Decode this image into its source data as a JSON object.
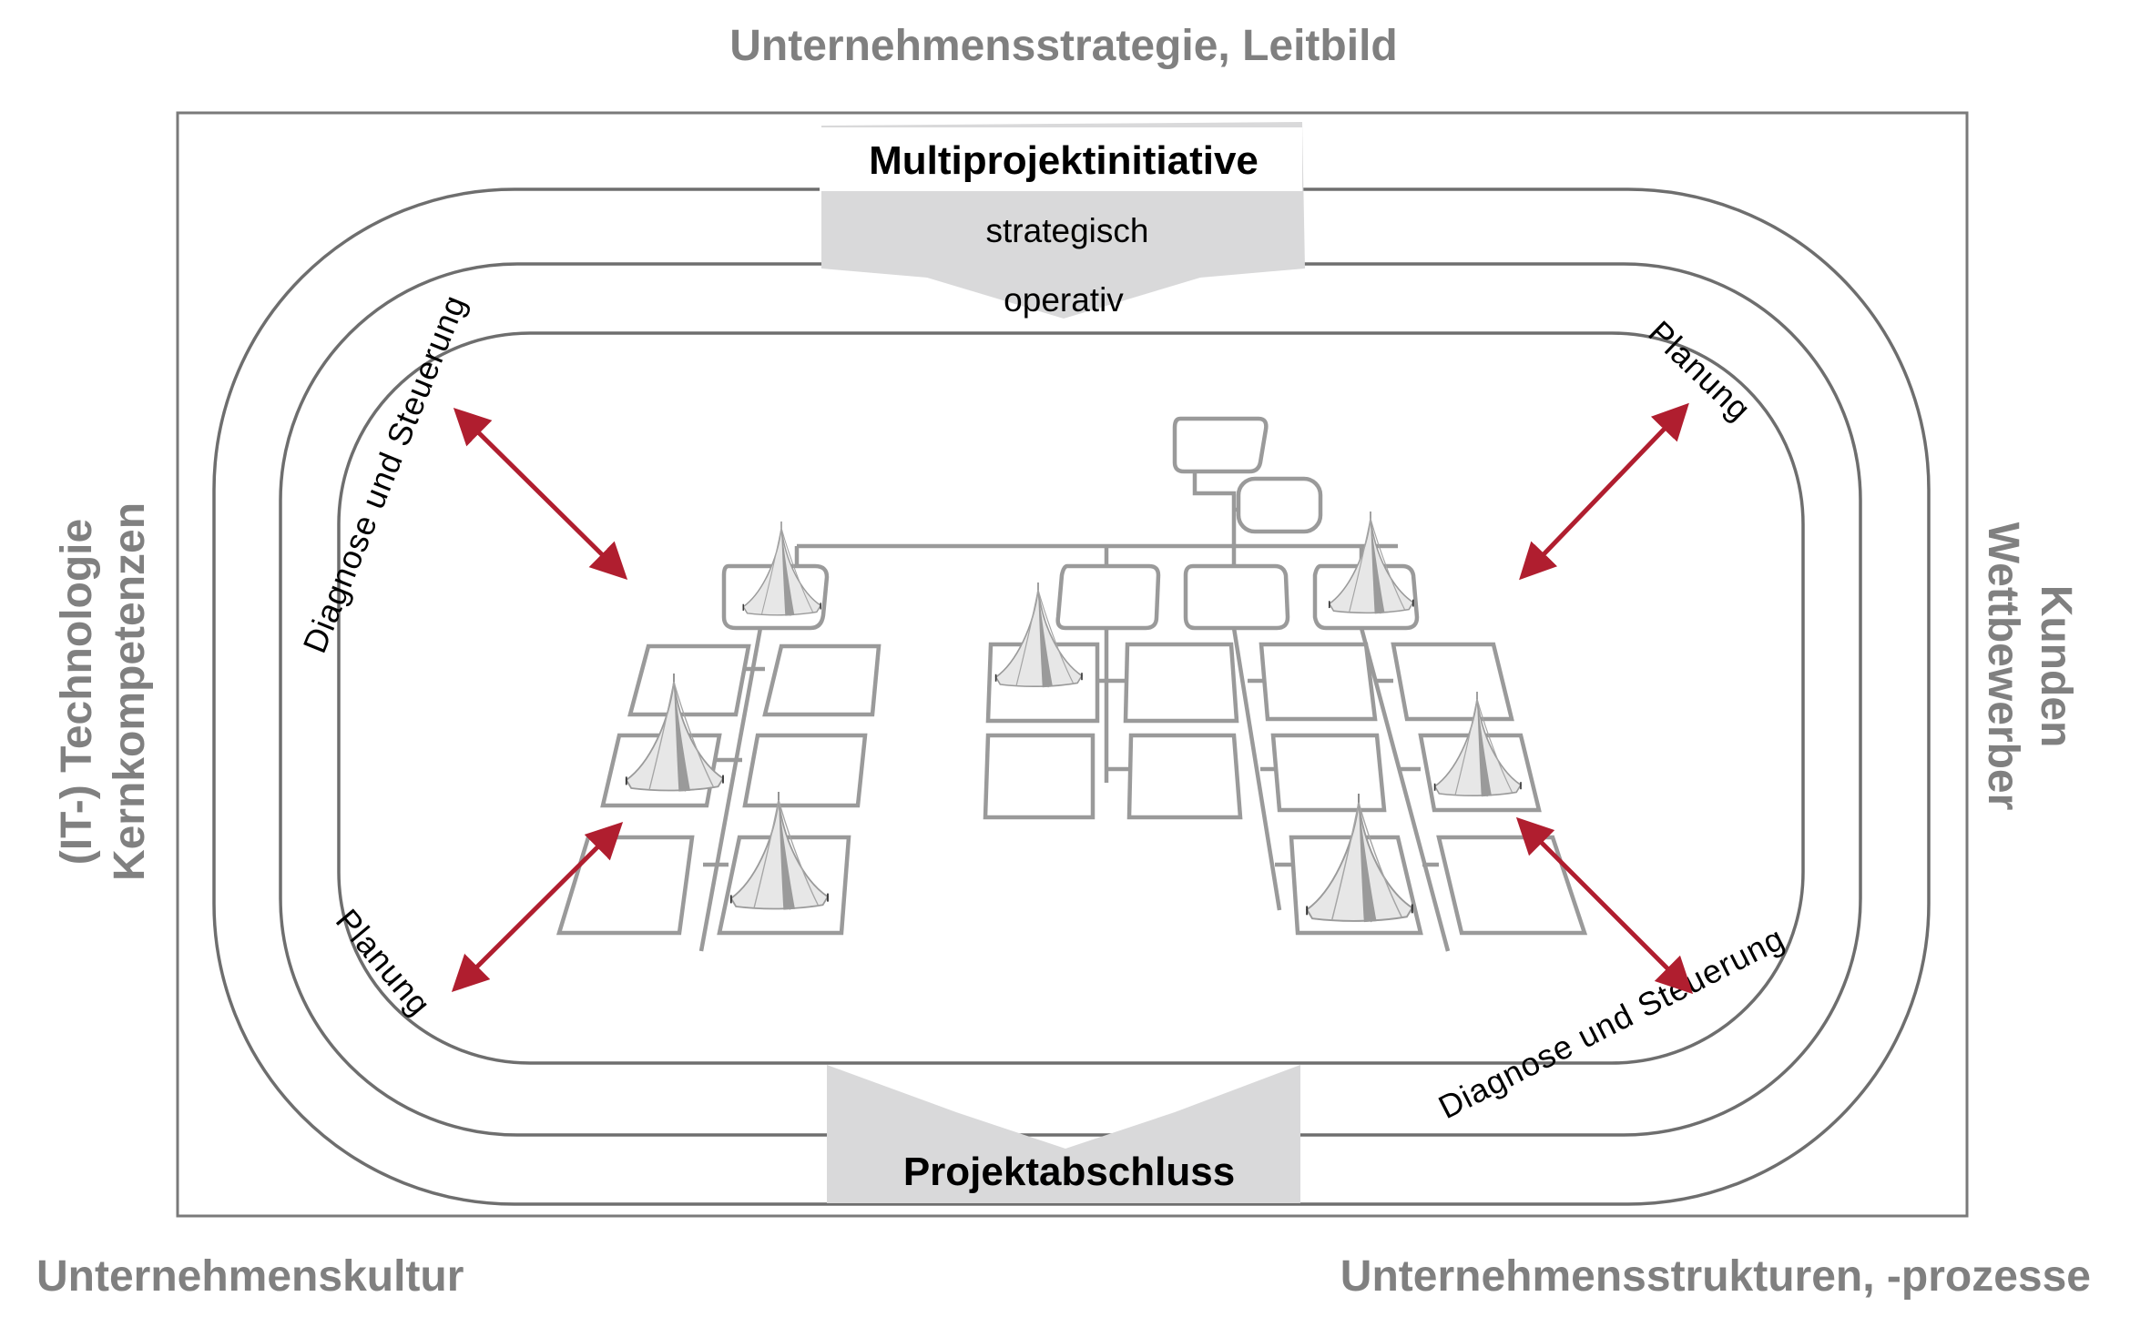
{
  "outer_labels": {
    "top": "Unternehmensstrategie, Leitbild",
    "left_line1": "(IT-) Technologie",
    "left_line2": "Kernkompetenzen",
    "right_line1": "Kunden",
    "right_line2": "Wettbewerber",
    "bottom_left": "Unternehmenskultur",
    "bottom_right": "Unternehmensstrukturen, -prozesse"
  },
  "top_banner": {
    "title": "Multiprojektinitiative",
    "level_strategic": "strategisch",
    "level_operative": "operativ"
  },
  "bottom_banner": {
    "title": "Projektabschluss"
  },
  "arc_labels": {
    "top_left": "Diagnose und Steuerung",
    "top_right": "Planung",
    "bottom_left": "Planung",
    "bottom_right": "Diagnose und Steuerung"
  },
  "colors": {
    "arrow": "#b01e2f",
    "banner": "#d9d9da",
    "outer_text": "#808080",
    "boxes": "#9a9a9a"
  }
}
